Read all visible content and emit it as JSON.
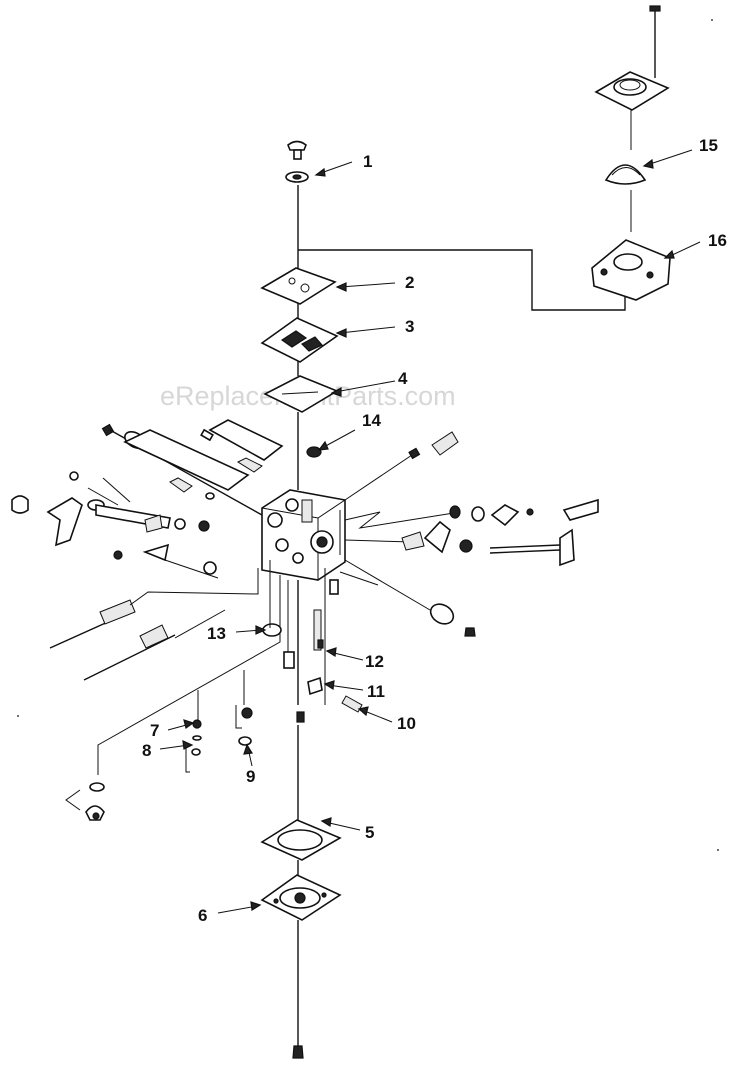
{
  "watermark": "eReplacementParts.com",
  "colors": {
    "ink": "#111111",
    "paper": "#ffffff",
    "watermark": "#d7d7d7"
  },
  "callouts": [
    {
      "id": "1",
      "label": "1"
    },
    {
      "id": "2",
      "label": "2"
    },
    {
      "id": "3",
      "label": "3"
    },
    {
      "id": "4",
      "label": "4"
    },
    {
      "id": "5",
      "label": "5"
    },
    {
      "id": "6",
      "label": "6"
    },
    {
      "id": "7",
      "label": "7"
    },
    {
      "id": "8",
      "label": "8"
    },
    {
      "id": "9",
      "label": "9"
    },
    {
      "id": "10",
      "label": "10"
    },
    {
      "id": "11",
      "label": "11"
    },
    {
      "id": "12",
      "label": "12"
    },
    {
      "id": "13",
      "label": "13"
    },
    {
      "id": "14",
      "label": "14"
    },
    {
      "id": "15",
      "label": "15"
    },
    {
      "id": "16",
      "label": "16"
    }
  ]
}
